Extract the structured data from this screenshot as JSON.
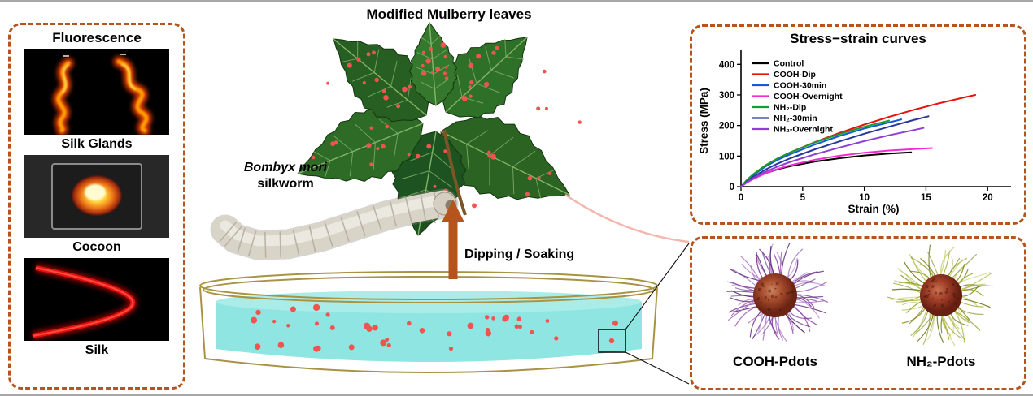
{
  "left_panel": {
    "title": "Fluorescence",
    "captions": {
      "silk_glands": "Silk Glands",
      "cocoon": "Cocoon",
      "silk": "Silk"
    }
  },
  "center": {
    "title": "Modified Mulberry leaves",
    "silkworm_species": "Bombyx mori",
    "silkworm_label": "silkworm",
    "process_label": "Dipping / Soaking"
  },
  "pdots_panel": {
    "cooh_label": "COOH-Pdots",
    "nh2_label": "NH₂-Pdots"
  },
  "chart_data": {
    "type": "line",
    "title": "Stress−strain curves",
    "xlabel": "Strain (%)",
    "ylabel": "Stress (MPa)",
    "xlim": [
      0,
      21.5
    ],
    "ylim": [
      0,
      430
    ],
    "xticks": [
      0,
      5,
      10,
      15,
      20
    ],
    "yticks": [
      0,
      100,
      200,
      300,
      400
    ],
    "grid": false,
    "legend_position": "inside top-left",
    "series": [
      {
        "name": "Control",
        "color": "#000000",
        "x": [
          0,
          0.5,
          1,
          2,
          3,
          4,
          6,
          8,
          10,
          12,
          13.8
        ],
        "y": [
          0,
          15,
          26,
          44,
          57,
          67,
          82,
          93,
          102,
          108,
          112
        ]
      },
      {
        "name": "COOH-Dip",
        "color": "#e8120c",
        "x": [
          0,
          0.5,
          1,
          2,
          3,
          4,
          6,
          8,
          10,
          12,
          14,
          16,
          18,
          19
        ],
        "y": [
          0,
          22,
          40,
          70,
          93,
          112,
          146,
          176,
          203,
          228,
          251,
          272,
          291,
          300
        ]
      },
      {
        "name": "COOH-30min",
        "color": "#155bd4",
        "x": [
          0,
          0.5,
          1,
          2,
          3,
          4,
          6,
          8,
          10,
          12,
          13
        ],
        "y": [
          0,
          21,
          38,
          66,
          88,
          106,
          138,
          166,
          190,
          210,
          220
        ]
      },
      {
        "name": "COOH-Overnight",
        "color": "#f62ad4",
        "x": [
          0,
          0.5,
          1,
          2,
          3,
          4,
          6,
          8,
          10,
          12,
          14,
          15.5
        ],
        "y": [
          0,
          14,
          25,
          44,
          58,
          70,
          88,
          101,
          111,
          118,
          123,
          126
        ]
      },
      {
        "name": "NH₂-Dip",
        "color": "#169c30",
        "x": [
          0,
          0.5,
          1,
          2,
          3,
          4,
          6,
          8,
          10,
          12
        ],
        "y": [
          0,
          23,
          41,
          70,
          93,
          112,
          145,
          172,
          196,
          216
        ]
      },
      {
        "name": "NH₂-30min",
        "color": "#27389b",
        "x": [
          0,
          0.5,
          1,
          2,
          3,
          4,
          6,
          8,
          10,
          12,
          14,
          15.2
        ],
        "y": [
          0,
          18,
          32,
          56,
          76,
          93,
          122,
          148,
          173,
          196,
          218,
          230
        ]
      },
      {
        "name": "NH₂-Overnight",
        "color": "#8c3fd6",
        "x": [
          0,
          0.5,
          1,
          2,
          3,
          4,
          6,
          8,
          10,
          12,
          14,
          14.8
        ],
        "y": [
          0,
          16,
          28,
          49,
          66,
          81,
          106,
          128,
          149,
          168,
          185,
          192
        ]
      }
    ]
  },
  "colors": {
    "panel_border": "#b5541c",
    "arrow": "#b5541c",
    "dish_outline": "#a89344",
    "liquid": "#8ee5e1",
    "pdot_red": "#f1544f",
    "cooh_hairs": [
      "#9b59b6",
      "#7d3c98",
      "#b07cc6",
      "#5e2f80"
    ],
    "nh2_hairs": [
      "#aab33c",
      "#8a961f",
      "#c6cc6a",
      "#6f7d18"
    ]
  }
}
